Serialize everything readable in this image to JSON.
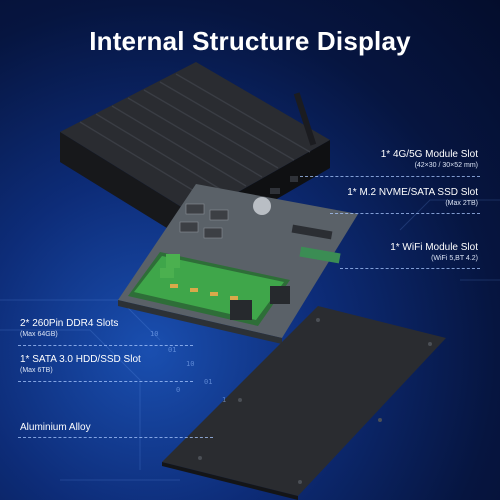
{
  "title": "Internal Structure Display",
  "callouts": {
    "lte_slot": {
      "label": "1* 4G/5G Module Slot",
      "sub": "(42×30 / 30×52 mm)"
    },
    "ssd_slot": {
      "label": "1* M.2 NVME/SATA SSD Slot",
      "sub": "(Max 2TB)"
    },
    "wifi_slot": {
      "label": "1* WiFi Module Slot",
      "sub": "(WiFi 5,BT 4.2)"
    },
    "ddr4_slots": {
      "label": "2* 260Pin DDR4 Slots",
      "sub": "(Max 64GB)"
    },
    "sata_slot": {
      "label": "1* SATA 3.0 HDD/SSD Slot",
      "sub": "(Max 6TB)"
    },
    "housing": {
      "label": "Aluminium Alloy"
    }
  },
  "colors": {
    "background": "#0d2c78",
    "case": "#1c1d21",
    "board": "#4a5157",
    "accent_green": "#3fa64a"
  }
}
